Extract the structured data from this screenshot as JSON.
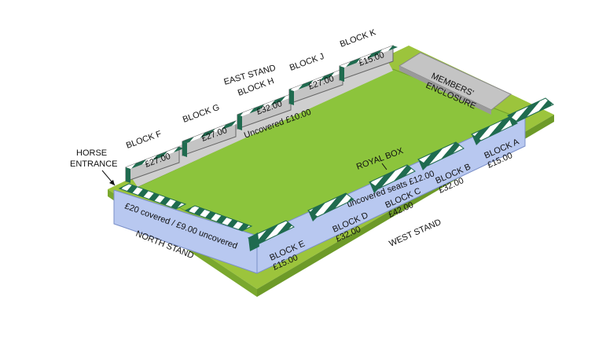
{
  "labels": {
    "horse_entrance_1": "HORSE",
    "horse_entrance_2": "ENTRANCE",
    "east_stand": "EAST STAND",
    "members_1": "MEMBERS'",
    "members_2": "ENCLOSURE",
    "north_stand": "NORTH STAND",
    "west_stand": "WEST STAND",
    "royal_box": "ROYAL BOX",
    "uncovered_east": "Uncovered £10.00",
    "uncovered_west": "uncovered seats £12.00",
    "north_price": "£20 covered / £9.00 uncovered"
  },
  "east_blocks": [
    {
      "name": "BLOCK F",
      "price": "£27.00"
    },
    {
      "name": "BLOCK G",
      "price": "£27.00"
    },
    {
      "name": "BLOCK H",
      "price": "£32.00"
    },
    {
      "name": "BLOCK J",
      "price": "£27.00"
    },
    {
      "name": "BLOCK K",
      "price": "£15.00"
    }
  ],
  "west_blocks": [
    {
      "name": "BLOCK E",
      "price": "£15.00"
    },
    {
      "name": "BLOCK D",
      "price": "£32.00"
    },
    {
      "name": "BLOCK C",
      "price": "£42.00"
    },
    {
      "name": "BLOCK B",
      "price": "£32.00"
    },
    {
      "name": "BLOCK A",
      "price": "£15.00"
    }
  ],
  "colors": {
    "base": "#9cc43c",
    "pitch": "#8cc43c",
    "stand_front": "#b8c8f0",
    "roof_dark": "#1f6b4f",
    "roof_light": "#ffffff",
    "grey_stand": "#bdbdbd",
    "base_side": "#7aa82e"
  }
}
